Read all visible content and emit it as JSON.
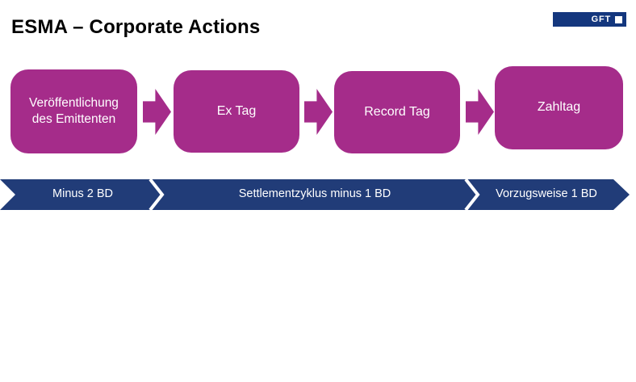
{
  "slide": {
    "title": "ESMA – Corporate Actions",
    "logo": {
      "brand": "GFT"
    },
    "process_flow": {
      "steps": [
        {
          "label": "Veröffentlichung des Emittenten"
        },
        {
          "label": "Ex Tag"
        },
        {
          "label": "Record Tag"
        },
        {
          "label": "Zahltag"
        }
      ]
    },
    "timeline_band": {
      "segments": [
        {
          "label": "Minus 2 BD"
        },
        {
          "label": "Settlementzyklus minus 1 BD"
        },
        {
          "label": "Vorzugsweise 1 BD"
        }
      ]
    },
    "colors": {
      "step_magenta": "#a52c8a",
      "band_navy": "#213c78",
      "logo_navy": "#14377e",
      "title_black": "#000000"
    }
  }
}
